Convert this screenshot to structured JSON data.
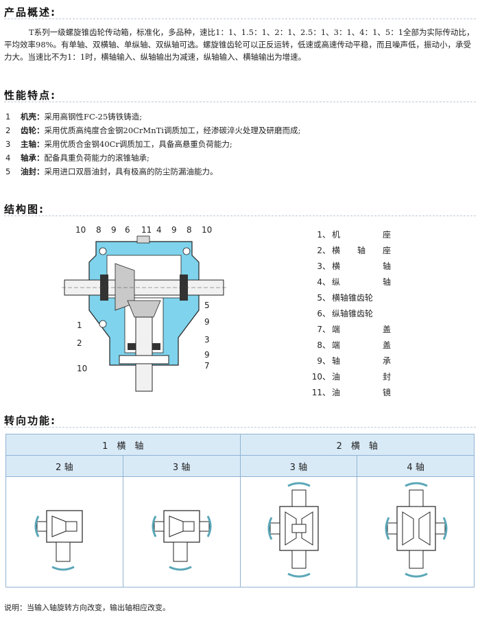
{
  "overview": {
    "title": "产品概述:",
    "text": "T系列一级螺旋锥齿轮传动箱，标准化，多品种，速比1：1、1.5：1、2：1、2.5：1、3：1、4：1、5：1全部为实际传动比，平均效率98%。有单轴、双横轴、单纵轴、双纵轴可选。螺旋锥齿轮可以正反运转，低速或高速传动平稳，而且噪声低，振动小，承受力大。当速比不为1：1时，横轴输入、纵轴输出为减速，纵轴输入、横轴输出为增速。"
  },
  "features": {
    "title": "性能特点:",
    "items": [
      {
        "num": "1",
        "label": "机壳：",
        "text": "采用高钢性FC-25铸铁铸造;"
      },
      {
        "num": "2",
        "label": "齿轮：",
        "text": "采用优质高纯度合金钢20CrMnTi调质加工，经渗碳淬火处理及研磨而成;"
      },
      {
        "num": "3",
        "label": "主轴：",
        "text": "采用优质合金钢40Cr调质加工，具备高悬重负荷能力;"
      },
      {
        "num": "4",
        "label": "轴承：",
        "text": "配备具重负荷能力的滚锥轴承;"
      },
      {
        "num": "5",
        "label": "油封：",
        "text": "采用进口双唇油封，具有极高的防尘防漏油能力。"
      }
    ]
  },
  "structure": {
    "title": "结构图:",
    "top_labels": [
      "10",
      "8",
      "9",
      "6",
      "11",
      "4",
      "9",
      "8",
      "10"
    ],
    "left_labels": [
      "1",
      "2",
      "10"
    ],
    "right_labels": [
      "5",
      "9",
      "3",
      "9",
      "7"
    ],
    "parts": [
      {
        "num": "1、",
        "name": [
          "机",
          "座"
        ]
      },
      {
        "num": "2、",
        "name": [
          "横",
          "轴",
          "座"
        ]
      },
      {
        "num": "3、",
        "name": [
          "横",
          "轴"
        ]
      },
      {
        "num": "4、",
        "name": [
          "纵",
          "轴"
        ]
      },
      {
        "num": "5、",
        "name": [
          "横轴锥齿轮"
        ]
      },
      {
        "num": "6、",
        "name": [
          "纵轴锥齿轮"
        ]
      },
      {
        "num": "7、",
        "name": [
          "端",
          "盖"
        ]
      },
      {
        "num": "8、",
        "name": [
          "端",
          "盖"
        ]
      },
      {
        "num": "9、",
        "name": [
          "轴",
          "承"
        ]
      },
      {
        "num": "10、",
        "name": [
          "油",
          "封"
        ]
      },
      {
        "num": "11、",
        "name": [
          "油",
          "镜"
        ]
      }
    ]
  },
  "rotation": {
    "title": "转向功能:",
    "groups": [
      "1　横　轴",
      "2　横　轴"
    ],
    "cols": [
      "2 轴",
      "3 轴",
      "3 轴",
      "4 轴"
    ],
    "note": "说明：当输入轴旋转方向改变，输出轴相应改变。"
  },
  "colors": {
    "accent": "#7fd3ec",
    "header_bg": "#d9eaf7",
    "arrow": "#5aa7b8"
  }
}
